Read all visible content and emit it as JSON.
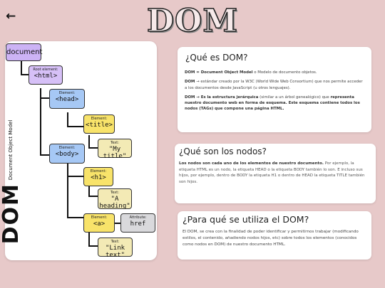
{
  "header": {
    "title": "DOM",
    "back_icon": "arrow-left-icon"
  },
  "diagram": {
    "side_big": "DOM",
    "side_small": "Document Object Model",
    "nodes": {
      "document": {
        "tag": "document"
      },
      "html": {
        "cap": "Root element:",
        "tag": "<html>"
      },
      "head": {
        "cap": "Element:",
        "tag": "<head>"
      },
      "title": {
        "cap": "Element:",
        "tag": "<title>"
      },
      "title_text": {
        "cap": "Text:",
        "tag": "\"My title\""
      },
      "body": {
        "cap": "Element:",
        "tag": "<body>"
      },
      "h1": {
        "cap": "Element:",
        "tag": "<h1>"
      },
      "h1_text": {
        "cap": "Text:",
        "tag": "\"A heading\""
      },
      "a": {
        "cap": "Element:",
        "tag": "<a>"
      },
      "href": {
        "cap": "Attribute:",
        "tag": "href"
      },
      "a_text": {
        "cap": "Text:",
        "tag": "\"Link text\""
      }
    }
  },
  "cards": {
    "what": {
      "title": "¿Qué es DOM?",
      "p1_bold": "DOM = Document Object Model",
      "p1_rest": " o Modelo de documento objetos.",
      "p2_bold": "DOM",
      "p2_rest": " → estándar creado por la W3C (World Wide Web Consortium) que nos permite acceder a los documentos desde JavaScript (u otros lenguajes).",
      "p3_bold1": "DOM",
      "p3_bold2": " → Es la estructura jerárquica",
      "p3_mid": " (similar a un árbol genealógico) que ",
      "p3_bold3": "representa nuestro documento web en forma de esquema. Este esquema contiene todos los nodos (TAGs) que compone una página HTML."
    },
    "nodes": {
      "title": "¿Qué son los nodos?",
      "p1_bold": "Los nodos son cada uno de los elementos de nuestro documento.",
      "p1_rest": " Por ejemplo, la etiqueta HTML es un nodo, la etiqueta HEAD o la etiqueta BODY también lo son. E incluso sus hijos, por ejemplo, dentro de BODY la etiqueta H1 o dentro de HEAD la etiqueta TITLE también son hijos."
    },
    "purpose": {
      "title": "¿Para qué se utiliza el DOM?",
      "p1": "El DOM, se crea con la finalidad de poder identificar y permitirnos trabajar (modificando estilos, el contenido, añadiendo nodos hijos, etc) sobre todos los elementos (conocidos como nodos en DOM) de nuestro documento HTML."
    }
  }
}
